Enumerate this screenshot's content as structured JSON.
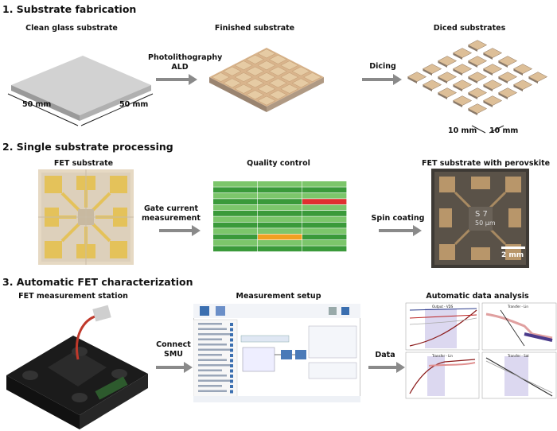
{
  "sections": {
    "s1": "1. Substrate fabrication",
    "s2": "2. Single substrate processing",
    "s3": "3. Automatic FET characterization"
  },
  "s1": {
    "clean_glass": "Clean glass substrate",
    "finished": "Finished substrate",
    "diced": "Diced substrates",
    "photo": "Photolithography",
    "ald": "ALD",
    "dicing": "Dicing",
    "dim1": "50 mm",
    "dim2": "50 mm",
    "dim3": "10 mm",
    "dim4": "10 mm"
  },
  "s2": {
    "fet_substrate": "FET substrate",
    "qc": "Quality control",
    "perov": "FET substrate with perovskite",
    "gate1": "Gate current",
    "gate2": "measurement",
    "spin": "Spin coating",
    "scale": "2 mm",
    "s7": "S 7",
    "um": "50 μm"
  },
  "s3": {
    "station": "FET measurement station",
    "setup": "Measurement setup",
    "analysis": "Automatic data analysis",
    "connect1": "Connect",
    "connect2": "SMU",
    "data": "Data",
    "plot1": "Output - VDS",
    "plot2": "Transfer - Lin",
    "plot3": "Transfer - Lin",
    "plot4": "Transfer - Sat"
  },
  "colors": {
    "arrow": "#8a8a8a",
    "green_dark": "#3a9a3a",
    "green_light": "#7cc66b",
    "red": "#e03030",
    "orange": "#f0a020",
    "glass": "#c9c9c9",
    "gold": "#d4a373"
  }
}
